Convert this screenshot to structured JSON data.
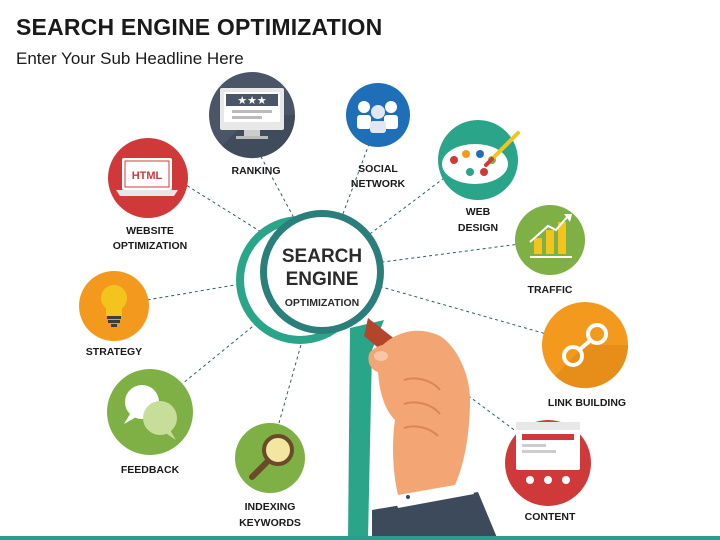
{
  "header": {
    "title": "SEARCH ENGINE OPTIMIZATION",
    "subtitle": "Enter Your Sub Headline Here"
  },
  "center": {
    "line1": "SEARCH",
    "line2": "ENGINE",
    "line3": "OPTIMIZATION"
  },
  "nodes": {
    "ranking": {
      "label": [
        "RANKING"
      ],
      "color": "#4a5568",
      "icon": "monitor-stars-icon"
    },
    "social": {
      "label": [
        "SOCIAL",
        "NETWORK"
      ],
      "color": "#1f6fb8",
      "icon": "people-icon"
    },
    "web": {
      "label": [
        "WEB",
        "DESIGN"
      ],
      "color": "#2aa58a",
      "icon": "palette-icon"
    },
    "website": {
      "label": [
        "WEBSITE",
        "OPTIMIZATION"
      ],
      "color": "#d0393a",
      "icon": "html-laptop-icon",
      "icon_text": "HTML"
    },
    "traffic": {
      "label": [
        "TRAFFIC"
      ],
      "color": "#7fb046",
      "icon": "bar-chart-icon"
    },
    "strategy": {
      "label": [
        "STRATEGY"
      ],
      "color": "#f39a1e",
      "icon": "lightbulb-icon"
    },
    "link": {
      "label": [
        "LINK BUILDING"
      ],
      "color": "#f39a1e",
      "icon": "chain-link-icon"
    },
    "feedback": {
      "label": [
        "FEEDBACK"
      ],
      "color": "#7fb046",
      "icon": "speech-bubbles-icon"
    },
    "indexing": {
      "label": [
        "INDEXING",
        "KEYWORDS"
      ],
      "color": "#7fb046",
      "icon": "magnifier-icon"
    },
    "content": {
      "label": [
        "CONTENT"
      ],
      "color": "#d0393a",
      "icon": "web-page-icon"
    }
  },
  "colors": {
    "accent": "#2a9d8f",
    "lens_ring": "#2aa58a",
    "hand_skin": "#f4a574",
    "sleeve": "#3d4a5c"
  }
}
